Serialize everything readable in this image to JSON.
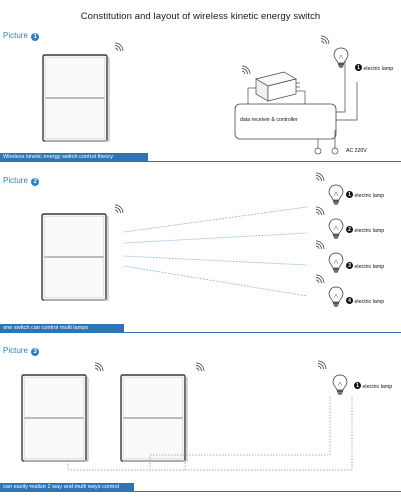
{
  "title": "Constitution and layout of wireless kinetic energy switch",
  "pictures": [
    {
      "label": "Picture",
      "number": "1"
    },
    {
      "label": "Picture",
      "number": "2"
    },
    {
      "label": "Picture",
      "number": "3"
    }
  ],
  "captions": [
    "Wireless kinetic energy switch control theory",
    "one switch can control multi lamps",
    "can easily realize 2 way and multi ways control"
  ],
  "section1": {
    "controller_label": "data receiver & controller",
    "power_label": "AC 220V",
    "lamp_number": "1",
    "lamp_label": "electric lamp"
  },
  "section2": {
    "lamps": [
      {
        "number": "1",
        "label": "electric lamp"
      },
      {
        "number": "2",
        "label": "electric lamp"
      },
      {
        "number": "3",
        "label": "electric lamp"
      },
      {
        "number": "4",
        "label": "electric lamp"
      }
    ]
  },
  "section3": {
    "lamp_number": "1",
    "lamp_label": "electric lamp"
  },
  "colors": {
    "accent": "#2f74b5",
    "signal_line": "#8fb6dc",
    "line": "#555555"
  }
}
